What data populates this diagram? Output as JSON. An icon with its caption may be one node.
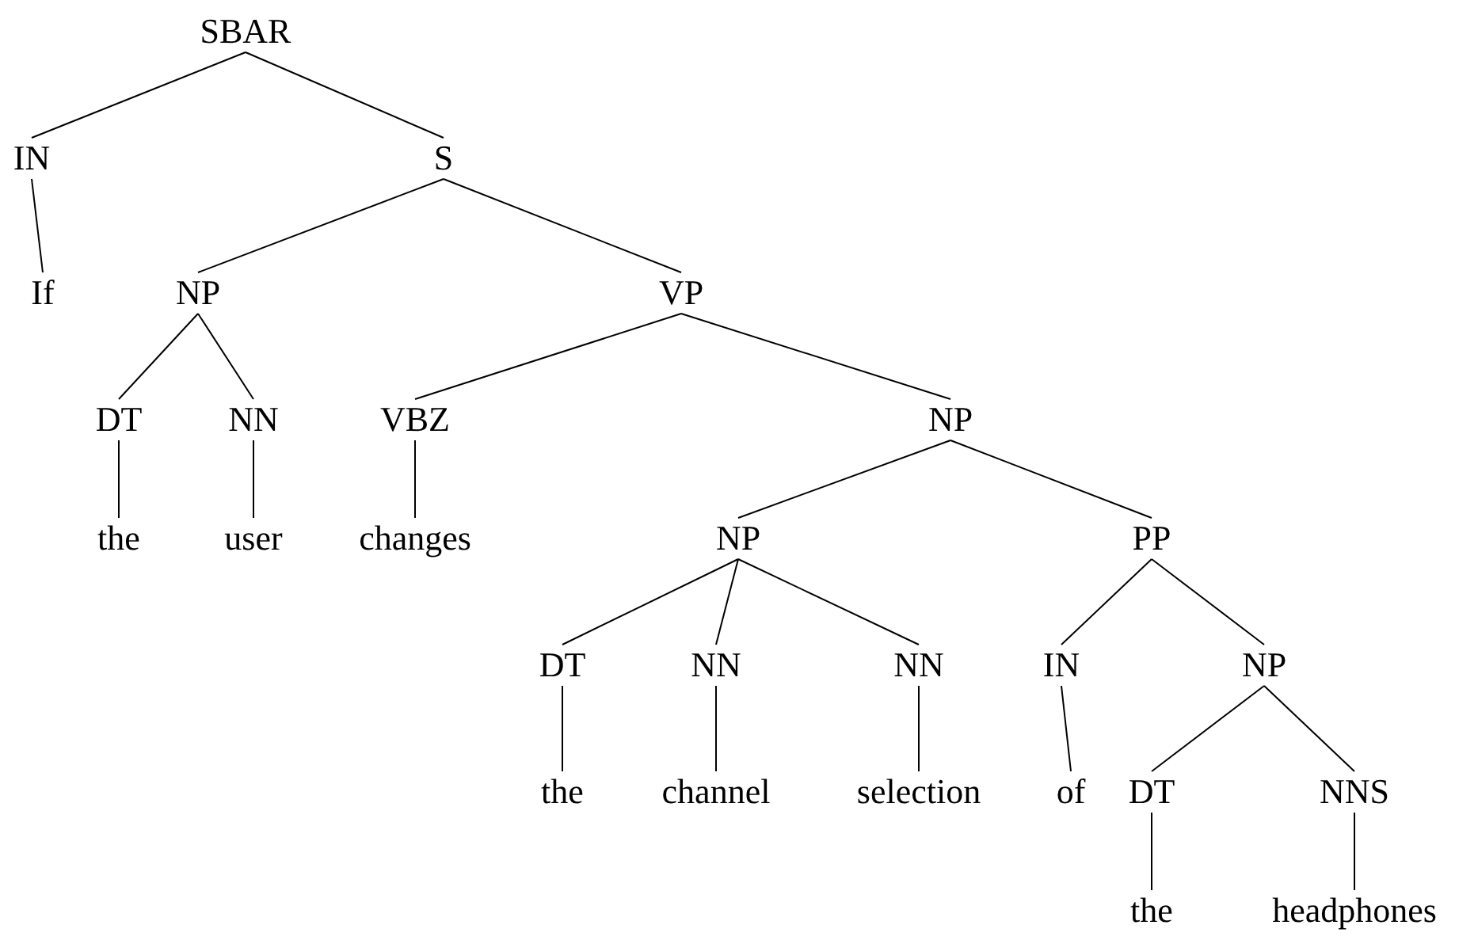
{
  "diagram": {
    "nodes": [
      {
        "text": [
          "SBAR"
        ]
      },
      {
        "text": [
          "IN"
        ]
      },
      {
        "text": [
          "S"
        ]
      },
      {
        "text": [
          "If"
        ]
      },
      {
        "text": [
          "NP"
        ]
      },
      {
        "text": [
          "VP"
        ]
      },
      {
        "text": [
          "DT"
        ]
      },
      {
        "text": [
          "NN"
        ]
      },
      {
        "text": [
          "VBZ"
        ]
      },
      {
        "text": [
          "NP"
        ]
      },
      {
        "text": [
          "the"
        ]
      },
      {
        "text": [
          "user"
        ]
      },
      {
        "text": [
          "changes"
        ]
      },
      {
        "text": [
          "NP"
        ]
      },
      {
        "text": [
          "PP"
        ]
      },
      {
        "text": [
          "DT"
        ]
      },
      {
        "text": [
          "NN"
        ]
      },
      {
        "text": [
          "NN"
        ]
      },
      {
        "text": [
          "IN"
        ]
      },
      {
        "text": [
          "NP"
        ]
      },
      {
        "text": [
          "the"
        ]
      },
      {
        "text": [
          "channel"
        ]
      },
      {
        "text": [
          "selection"
        ]
      },
      {
        "text": [
          "of"
        ]
      },
      {
        "text": [
          "DT"
        ]
      },
      {
        "text": [
          "NNS"
        ]
      },
      {
        "text": [
          "the"
        ]
      },
      {
        "text": [
          "headphones"
        ]
      }
    ],
    "edges": [
      {
        "from": 0,
        "to": 1,
        "arrow": "none"
      },
      {
        "from": 0,
        "to": 2,
        "arrow": "none"
      },
      {
        "from": 1,
        "to": 3,
        "arrow": "none"
      },
      {
        "from": 2,
        "to": 4,
        "arrow": "none"
      },
      {
        "from": 2,
        "to": 5,
        "arrow": "none"
      },
      {
        "from": 4,
        "to": 6,
        "arrow": "none"
      },
      {
        "from": 4,
        "to": 7,
        "arrow": "none"
      },
      {
        "from": 5,
        "to": 8,
        "arrow": "none"
      },
      {
        "from": 5,
        "to": 9,
        "arrow": "none"
      },
      {
        "from": 6,
        "to": 10,
        "arrow": "none"
      },
      {
        "from": 7,
        "to": 11,
        "arrow": "none"
      },
      {
        "from": 8,
        "to": 12,
        "arrow": "none"
      },
      {
        "from": 9,
        "to": 13,
        "arrow": "none"
      },
      {
        "from": 9,
        "to": 14,
        "arrow": "none"
      },
      {
        "from": 13,
        "to": 15,
        "arrow": "none"
      },
      {
        "from": 13,
        "to": 16,
        "arrow": "none"
      },
      {
        "from": 13,
        "to": 17,
        "arrow": "none"
      },
      {
        "from": 14,
        "to": 18,
        "arrow": "none"
      },
      {
        "from": 14,
        "to": 19,
        "arrow": "none"
      },
      {
        "from": 15,
        "to": 20,
        "arrow": "none"
      },
      {
        "from": 16,
        "to": 21,
        "arrow": "none"
      },
      {
        "from": 17,
        "to": 22,
        "arrow": "none"
      },
      {
        "from": 18,
        "to": 23,
        "arrow": "none"
      },
      {
        "from": 19,
        "to": 24,
        "arrow": "none"
      },
      {
        "from": 19,
        "to": 25,
        "arrow": "none"
      },
      {
        "from": 24,
        "to": 26,
        "arrow": "none"
      },
      {
        "from": 25,
        "to": 27,
        "arrow": "none"
      }
    ]
  }
}
